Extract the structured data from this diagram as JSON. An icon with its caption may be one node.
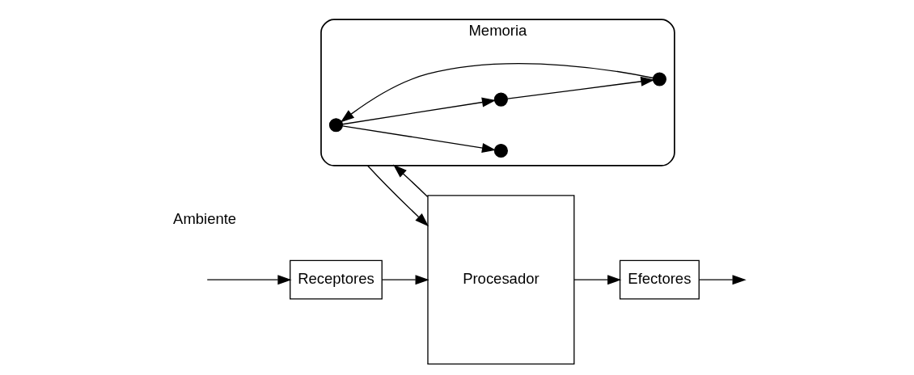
{
  "diagram": {
    "nodes": [
      {
        "text": [
          "Receptores"
        ]
      },
      {
        "text": [
          "Procesador"
        ]
      },
      {
        "text": [
          "Efectores"
        ]
      },
      {
        "text": [
          "Memoria"
        ]
      },
      {
        "text": [],
        "shape": "circle",
        "in": 3
      },
      {
        "text": [],
        "shape": "circle",
        "in": 3
      },
      {
        "text": [],
        "shape": "circle",
        "in": 3
      },
      {
        "text": [],
        "shape": "circle",
        "in": 3
      }
    ],
    "edges": [
      {
        "from": null,
        "to": 0,
        "arrow": "to"
      },
      {
        "from": 0,
        "to": 1,
        "arrow": "to"
      },
      {
        "from": 1,
        "to": 3,
        "arrow": "to"
      },
      {
        "from": 3,
        "to": 1,
        "arrow": "to"
      },
      {
        "from": 1,
        "to": 2,
        "arrow": "to"
      },
      {
        "from": 2,
        "to": null,
        "arrow": "to"
      },
      {
        "from": 6,
        "to": 4,
        "arrow": "to"
      },
      {
        "from": 4,
        "to": 5,
        "arrow": "to"
      },
      {
        "from": 4,
        "to": 7,
        "arrow": "to"
      },
      {
        "from": 7,
        "to": 6,
        "arrow": "to"
      }
    ],
    "labels": [
      "Ambiente"
    ]
  }
}
